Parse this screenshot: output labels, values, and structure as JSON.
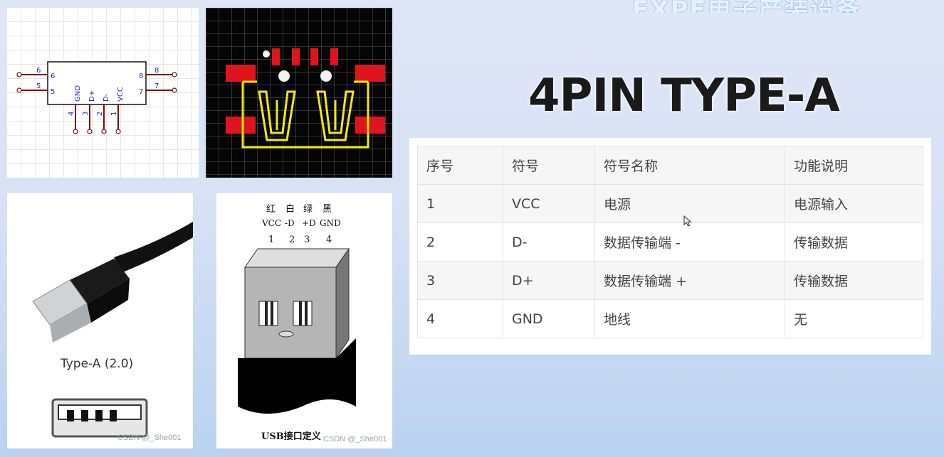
{
  "brand_text": "EXPE电子产装设备",
  "title": "4PIN TYPE-A",
  "schematic": {
    "pins_left": [
      "6",
      "5"
    ],
    "pins_right": [
      "8",
      "7"
    ],
    "pins_bottom": [
      "4",
      "3",
      "2",
      "1"
    ],
    "inner_left": [
      "6",
      "5"
    ],
    "inner_right": [
      "8",
      "7"
    ],
    "inner_bottom": [
      "GND",
      "D+",
      "D-",
      "VCC"
    ]
  },
  "plug": {
    "label": "Type-A (2.0)",
    "watermark": "CSDN @_She001"
  },
  "usb_def": {
    "colors": [
      "红",
      "白",
      "绿",
      "黑"
    ],
    "signals": [
      "VCC",
      "-D",
      "+D",
      "GND"
    ],
    "numbers": [
      "1",
      "2",
      "3",
      "4"
    ],
    "caption": "USB接口定义",
    "watermark": "CSDN @_She001"
  },
  "table": {
    "headers": [
      "序号",
      "符号",
      "符号名称",
      "功能说明"
    ],
    "rows": [
      [
        "1",
        "VCC",
        "电源",
        "电源输入"
      ],
      [
        "2",
        "D-",
        "数据传输端 -",
        "传输数据"
      ],
      [
        "3",
        "D+",
        "数据传输端 +",
        "传输数据"
      ],
      [
        "4",
        "GND",
        "地线",
        "无"
      ]
    ]
  },
  "colors": {
    "pad_red": "#e0141c",
    "silk_yellow": "#f0e80f",
    "pin_wire": "#7a0d0d",
    "pin_text": "#2a2aa8"
  }
}
